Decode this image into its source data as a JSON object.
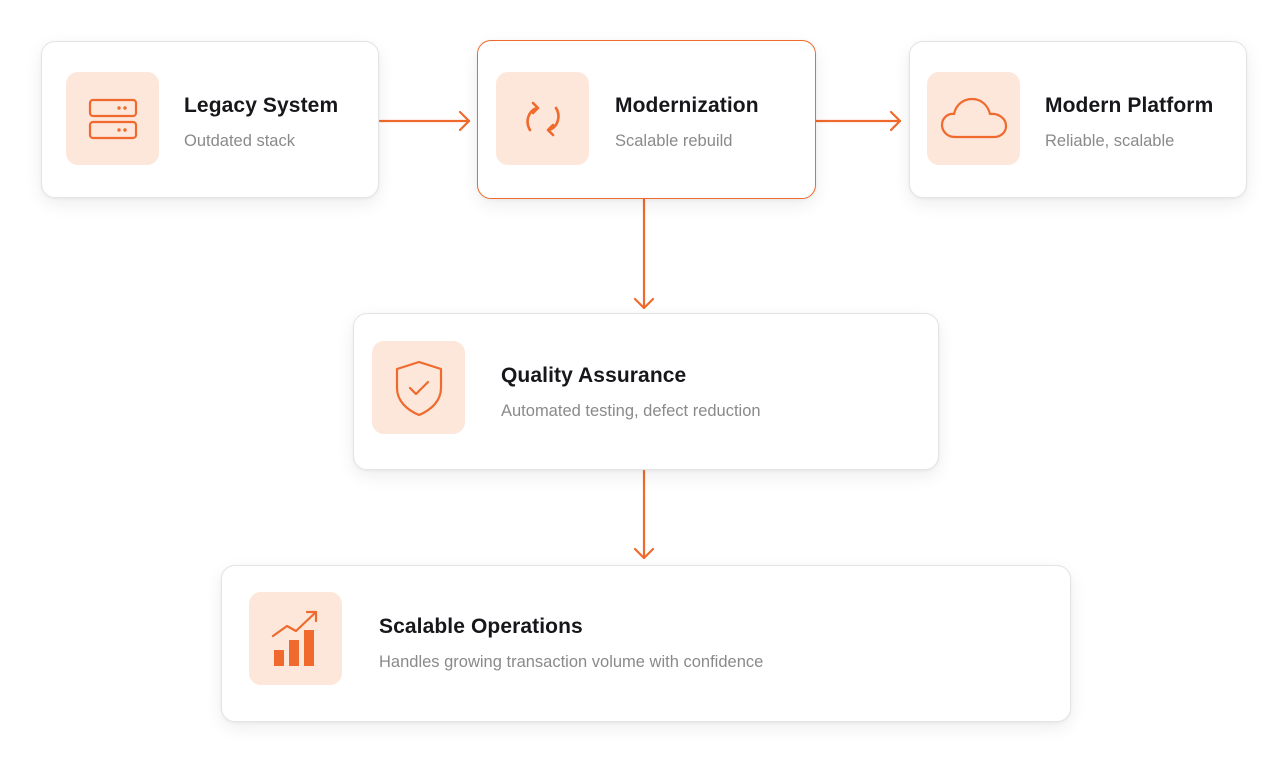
{
  "nodes": {
    "legacy": {
      "title": "Legacy System",
      "subtitle": "Outdated stack",
      "icon": "server-icon"
    },
    "modernization": {
      "title": "Modernization",
      "subtitle": "Scalable rebuild",
      "icon": "refresh-icon"
    },
    "modern_platform": {
      "title": "Modern Platform",
      "subtitle": "Reliable, scalable",
      "icon": "cloud-icon"
    },
    "quality": {
      "title": "Quality Assurance",
      "subtitle": "Automated testing, defect reduction",
      "icon": "shield-check-icon"
    },
    "operations": {
      "title": "Scalable Operations",
      "subtitle": "Handles growing transaction volume with confidence",
      "icon": "growth-chart-icon"
    }
  },
  "edges": [
    {
      "from": "legacy",
      "to": "modernization"
    },
    {
      "from": "modernization",
      "to": "modern_platform"
    },
    {
      "from": "modernization",
      "to": "quality"
    },
    {
      "from": "quality",
      "to": "operations"
    }
  ],
  "colors": {
    "accent": "#ef6a2c",
    "icon_bg": "#fde6da",
    "title": "#17171b",
    "subtitle": "#8a8a8a",
    "border": "#e4e4e4"
  }
}
